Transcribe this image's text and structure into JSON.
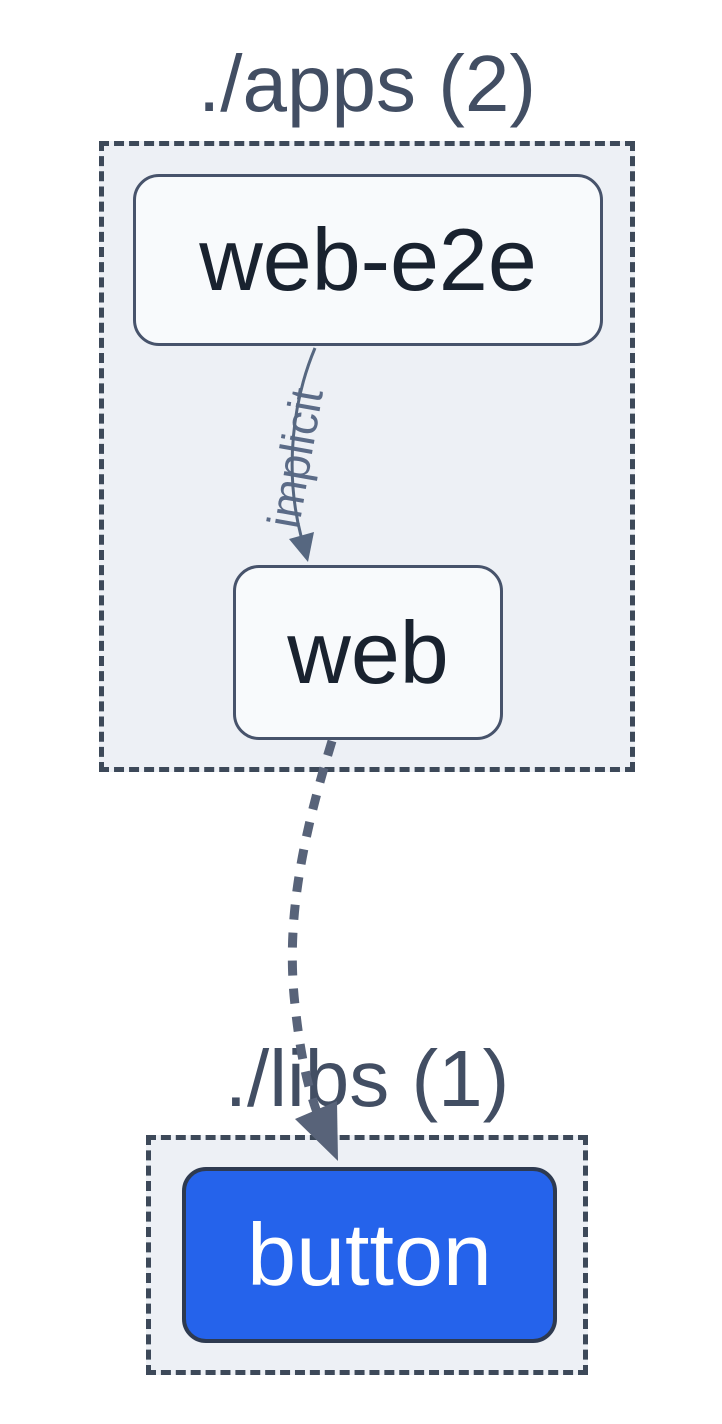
{
  "diagram": {
    "type": "project-dependency-graph",
    "clusters": [
      {
        "id": "apps",
        "label": "./apps (2)"
      },
      {
        "id": "libs",
        "label": "./libs (1)"
      }
    ],
    "nodes": [
      {
        "id": "web-e2e",
        "label": "web-e2e",
        "cluster": "apps",
        "highlighted": false
      },
      {
        "id": "web",
        "label": "web",
        "cluster": "apps",
        "highlighted": false
      },
      {
        "id": "button",
        "label": "button",
        "cluster": "libs",
        "highlighted": true
      }
    ],
    "edges": [
      {
        "source": "web-e2e",
        "target": "web",
        "label": "implicit",
        "style": "solid"
      },
      {
        "source": "web",
        "target": "button",
        "label": "",
        "style": "dashed"
      }
    ],
    "colors": {
      "background": "#ffffff",
      "cluster_fill": "#edf0f5",
      "cluster_border": "#3d4959",
      "cluster_label": "#424e63",
      "node_fill": "#f8fafc",
      "node_border": "#47536b",
      "node_text": "#19222f",
      "highlight_fill": "#2563eb",
      "highlight_text": "#ffffff",
      "edge": "#586379",
      "edge_label": "#5b6b87"
    }
  }
}
